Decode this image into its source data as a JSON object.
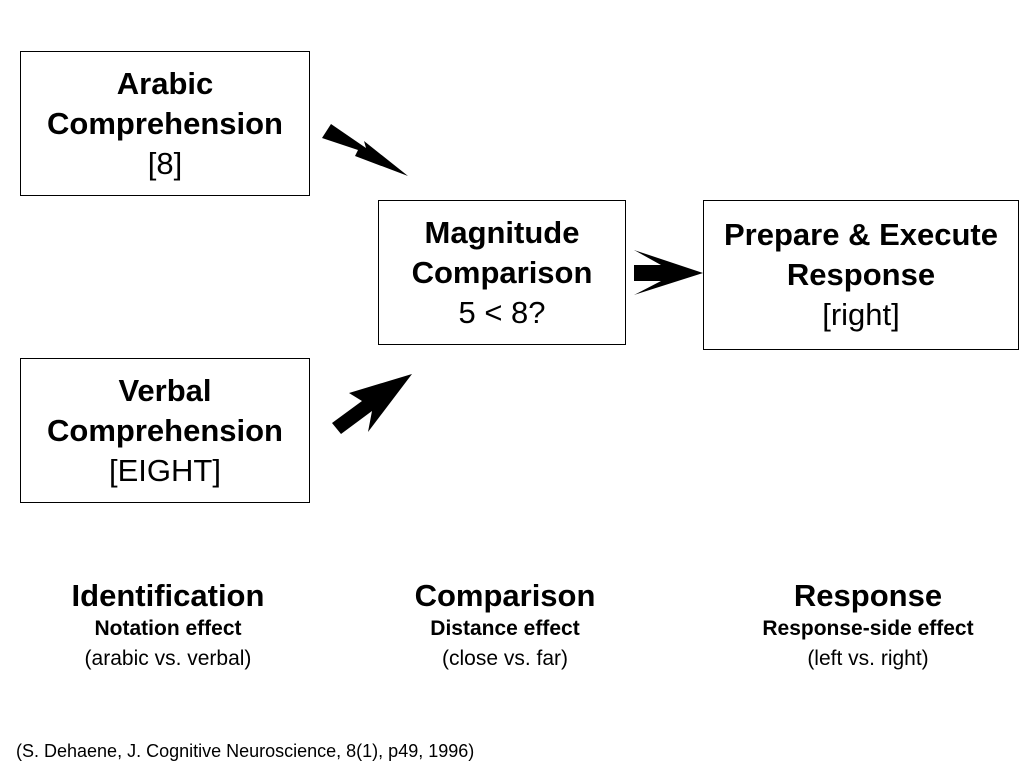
{
  "boxes": {
    "arabic": {
      "title_line1": "Arabic",
      "title_line2": "Comprehension",
      "example": "[8]"
    },
    "verbal": {
      "title_line1": "Verbal",
      "title_line2": "Comprehension",
      "example": "[EIGHT]"
    },
    "magnitude": {
      "title_line1": "Magnitude",
      "title_line2": "Comparison",
      "example": "5 < 8?"
    },
    "response": {
      "title_line1": "Prepare & Execute",
      "title_line2": "Response",
      "example": "[right]"
    }
  },
  "stages": [
    {
      "name": "Identification",
      "effect": "Notation effect",
      "contrast": "(arabic vs. verbal)"
    },
    {
      "name": "Comparison",
      "effect": "Distance effect",
      "contrast": "(close vs. far)"
    },
    {
      "name": "Response",
      "effect": "Response-side effect",
      "contrast": "(left vs. right)"
    }
  ],
  "citation": "(S. Dehaene, J. Cognitive Neuroscience, 8(1), p49, 1996)",
  "colors": {
    "ink": "#000000",
    "background": "#ffffff"
  }
}
